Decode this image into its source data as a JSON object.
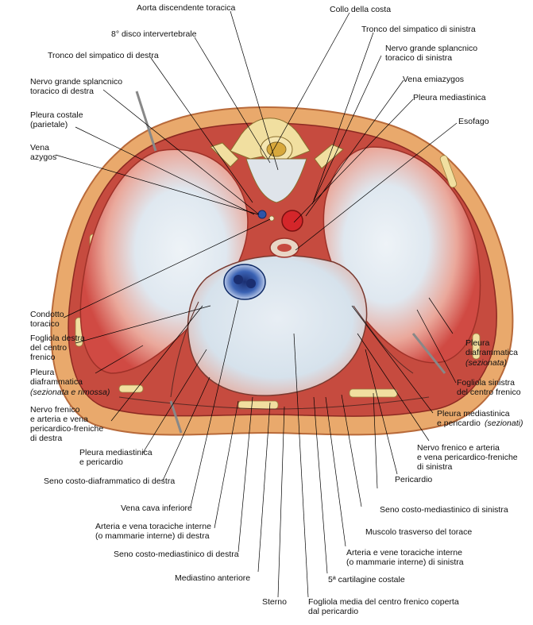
{
  "labels": {
    "aorta": "Aorta discendente toracica",
    "collo_costa": "Collo della costa",
    "disco": "8° disco intervertebrale",
    "tronco_simp_sin": "Tronco del simpatico di sinistra",
    "tronco_simp_dx": "Tronco del simpatico di destra",
    "splancnico_sin": "Nervo grande splancnico\ntoracico di sinistra",
    "splancnico_dx": "Nervo grande splancnico\ntoracico di destra",
    "emiazygos": "Vena emiazygos",
    "pleura_mediastinica": "Pleura mediastinica",
    "pleura_costale": "Pleura costale\n(parietale)",
    "esofago": "Esofago",
    "azygos": "Vena\nazygos",
    "condotto": "Condotto\ntoracico",
    "fogliola_dx": "Fogliola destra\ndel centro\nfrenico",
    "pleura_diaf_dx": "Pleura\ndiaframmatica",
    "pleura_diaf_dx_note": "(sezionata e rimossa)",
    "pleura_diaf_sin": "Pleura\ndiaframmatica",
    "pleura_diaf_sin_note": "(sezionata)",
    "fogliola_sin": "Fogliola sinistra\ndel centro frenico",
    "nervo_frenico_dx": "Nervo frenico\ne arteria e vena\npericardico-freniche\ndi destra",
    "pleura_med_peric_sin": "Pleura mediastinica\ne pericardio",
    "pleura_med_peric_sin_note": "(sezionati)",
    "pleura_med_peric_dx": "Pleura mediastinica\ne pericardio",
    "nervo_frenico_sin": "Nervo frenico e arteria\ne vena pericardico-freniche\ndi sinistra",
    "seno_costo_diaf_dx": "Seno costo-diaframmatico di destra",
    "pericardio": "Pericardio",
    "vena_cava": "Vena cava inferiore",
    "seno_costo_med_sin": "Seno costo-mediastinico di sinistra",
    "arteria_toracica_dx": "Arteria e vena toraciche interne\n(o mammarie interne) di destra",
    "muscolo_trasverso": "Muscolo trasverso del torace",
    "seno_costo_med_dx": "Seno costo-mediastinico di destra",
    "arteria_toracica_sin": "Arteria e vene toraciche interne\n(o mammarie interne) di sinistra",
    "mediastino_ant": "Mediastino anteriore",
    "cartilagine": "5ª cartilagine costale",
    "sterno": "Sterno",
    "fogliola_media": "Fogliola media del centro frenico coperta\ndal pericardio"
  },
  "colors": {
    "background": "#ffffff",
    "body_wall": "#e7a067",
    "muscle": "#d8584f",
    "muscle_light": "#f3bfae",
    "diaphragm_white": "#dfe8f0",
    "bone": "#f1dfa0",
    "aorta": "#d4262a",
    "vein": "#2e54a8",
    "leader": "#000000"
  }
}
